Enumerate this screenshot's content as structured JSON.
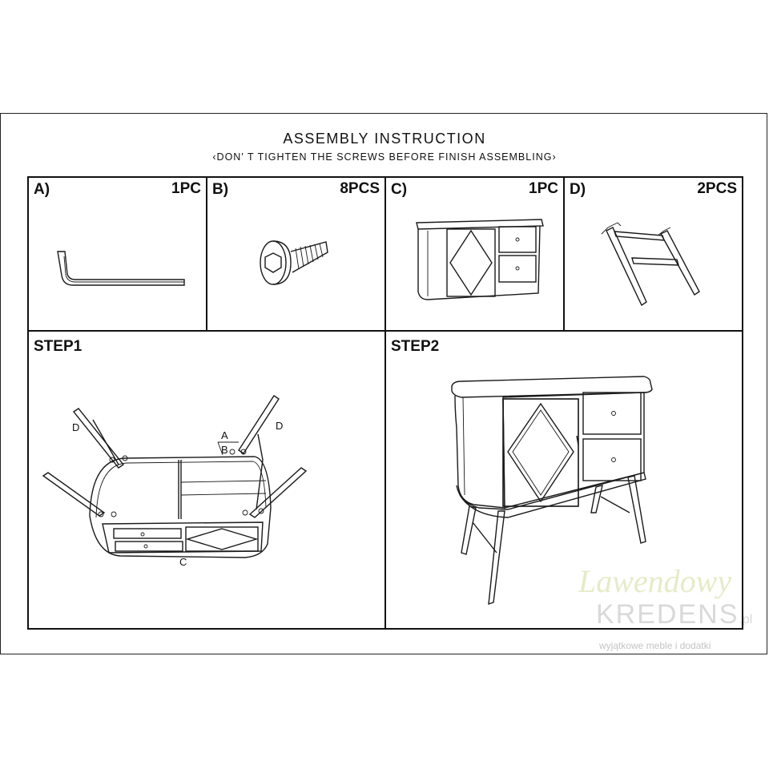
{
  "header": {
    "title": "ASSEMBLY INSTRUCTION",
    "subtitle": "‹DON' T TIGHTEN THE SCREWS BEFORE FINISH ASSEMBLING›"
  },
  "parts": [
    {
      "label": "A)",
      "qty": "1PC",
      "icon": "allen-key-icon"
    },
    {
      "label": "B)",
      "qty": "8PCS",
      "icon": "screw-icon"
    },
    {
      "label": "C)",
      "qty": "1PC",
      "icon": "cabinet-icon"
    },
    {
      "label": "D)",
      "qty": "2PCS",
      "icon": "leg-frame-icon"
    }
  ],
  "steps": [
    {
      "label": "STEP1",
      "callouts": {
        "leg_left": "D",
        "leg_right": "D",
        "key": "A",
        "screw": "B",
        "body": "C"
      }
    },
    {
      "label": "STEP2"
    }
  ],
  "watermark": {
    "script": "Lawendowy",
    "brand": "KREDENS",
    "tld": ".pl",
    "tagline": "wyjątkowe meble i dodatki"
  },
  "colors": {
    "line": "#111111",
    "watermark_green": "#e6ebc8",
    "watermark_grey": "#d9d9d9"
  }
}
